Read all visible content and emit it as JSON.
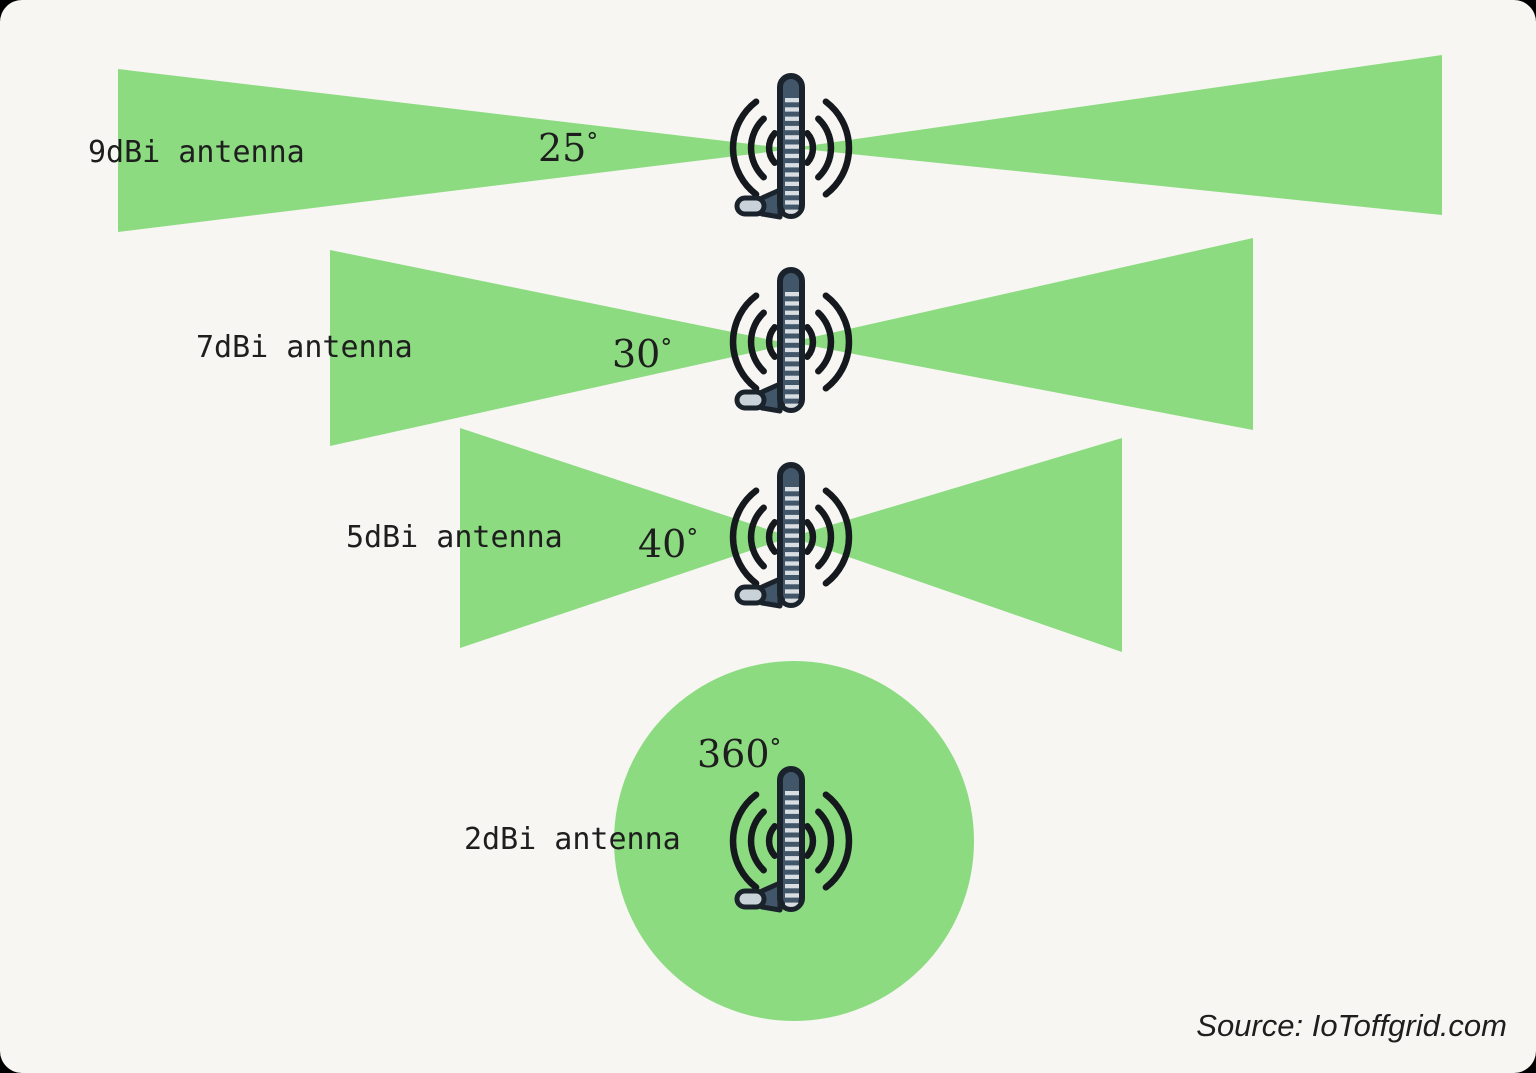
{
  "rows": [
    {
      "label": "9dBi antenna",
      "angle": "25"
    },
    {
      "label": "7dBi antenna",
      "angle": "30"
    },
    {
      "label": "5dBi antenna",
      "angle": "40"
    },
    {
      "label": "2dBi antenna",
      "angle": "360"
    }
  ],
  "degree_symbol": "°",
  "source_label": "Source: IoToffgrid.com",
  "colors": {
    "background": "#F7F6F3",
    "beam": "#8CDB80",
    "beam_line": "#6FC96A",
    "text": "#1E1E1E",
    "arc": "#15181C",
    "rod_fill": "#42566A",
    "rod_stroke": "#1A222C",
    "stripe": "#D9DEE2",
    "pill": "#C9D2D8"
  }
}
